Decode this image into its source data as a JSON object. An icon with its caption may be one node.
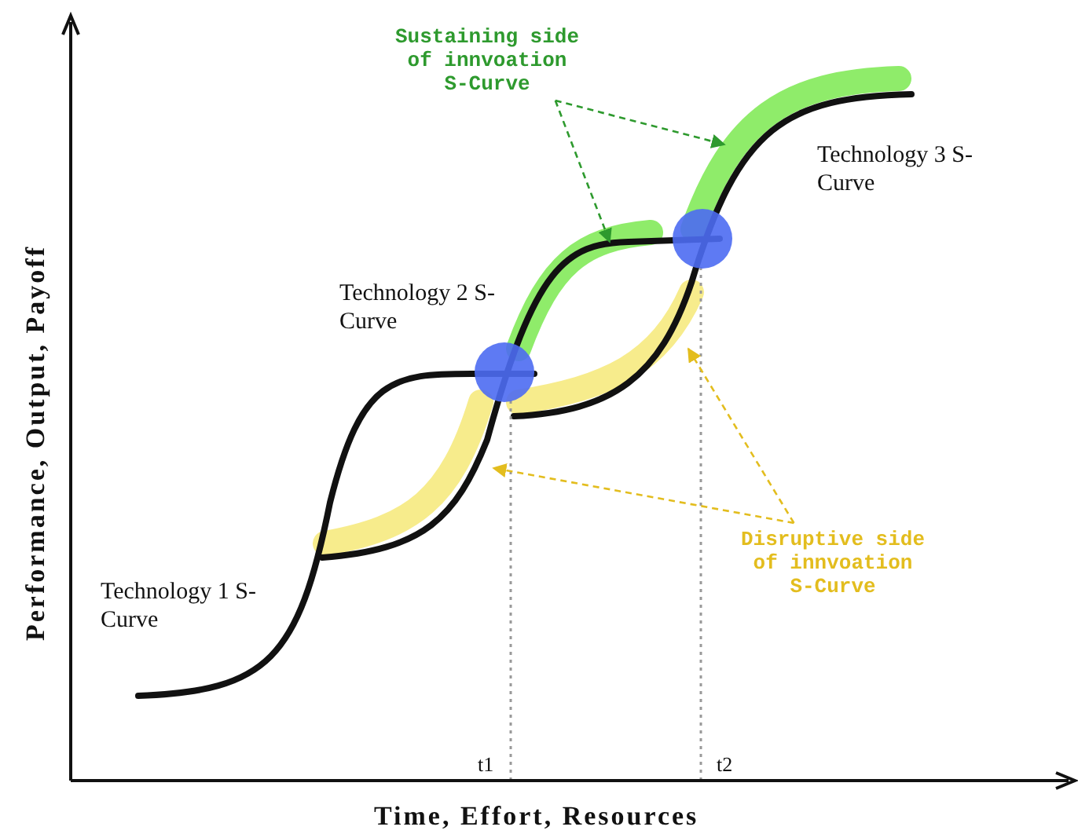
{
  "diagram": {
    "nodes": [
      {
        "text": [
          "Sustaining side of innvoation S-Curve"
        ]
      },
      {
        "text": [],
        "shape": "curve"
      },
      {
        "text": [],
        "shape": "curve"
      },
      {
        "text": [
          "Technology 2 S-Curve"
        ]
      },
      {
        "text": [
          "Technology 3 S-Curve"
        ]
      },
      {
        "text": [],
        "shape": "curve"
      },
      {
        "text": [],
        "shape": "curve"
      },
      {
        "text": [
          "Disruptive side of innvoation S-Curve"
        ]
      },
      {
        "text": [
          "Technology 1 S-Curve"
        ]
      }
    ],
    "edges": [
      {
        "from": 0,
        "to": 1,
        "arrow": "to",
        "style": "dashed",
        "color": "#2e9a2e"
      },
      {
        "from": 0,
        "to": 2,
        "arrow": "to",
        "style": "dashed",
        "color": "#2e9a2e"
      },
      {
        "from": 7,
        "to": 5,
        "arrow": "to",
        "style": "dashed",
        "color": "#e3bd1e"
      },
      {
        "from": 7,
        "to": 6,
        "arrow": "to",
        "style": "dashed",
        "color": "#e3bd1e"
      }
    ],
    "labels": [
      "Performance, Output, Payoff",
      "t1",
      "t2",
      "Time, Effort, Resources"
    ]
  }
}
